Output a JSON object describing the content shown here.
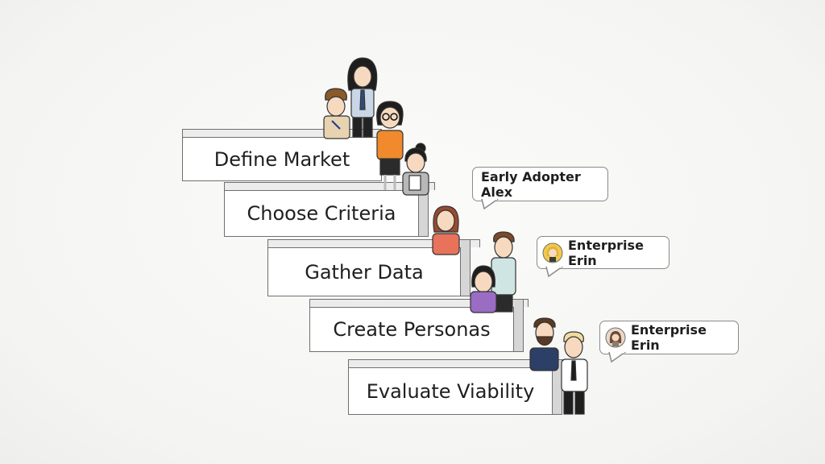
{
  "steps": [
    {
      "label": "Define Market"
    },
    {
      "label": "Choose Criteria"
    },
    {
      "label": "Gather Data"
    },
    {
      "label": "Create Personas"
    },
    {
      "label": "Evaluate Viability"
    }
  ],
  "callouts": [
    {
      "label": "Early Adopter Alex",
      "avatar": "none"
    },
    {
      "label": "Enterprise Erin",
      "avatar": "blonde-woman-avatar-icon"
    },
    {
      "label": "Enterprise Erin",
      "avatar": "brunette-woman-avatar-icon"
    }
  ],
  "colors": {
    "outline": "#6f6f6f",
    "step_face": "#ffffff",
    "step_top": "#ececec",
    "orange": "#f08a2c",
    "purple": "#9a6cc4",
    "blue_suit": "#2c3f66",
    "coral": "#e8735a"
  }
}
